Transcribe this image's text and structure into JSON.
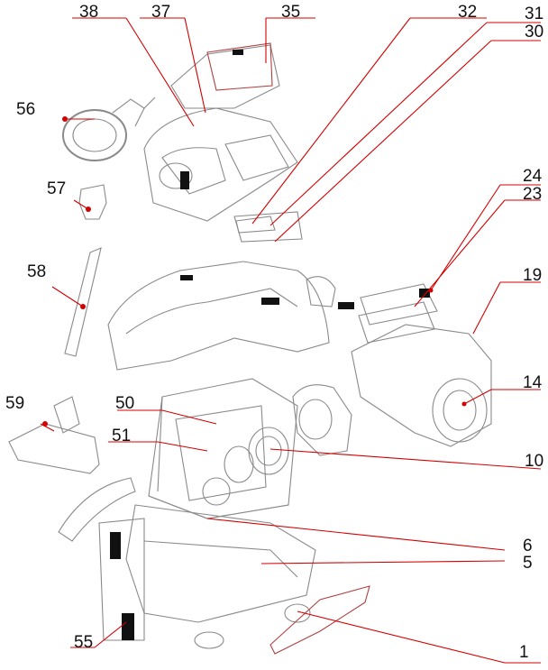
{
  "diagram": {
    "type": "exploded-parts-view",
    "part_numbers": [
      "38",
      "37",
      "35",
      "32",
      "31",
      "30",
      "56",
      "57",
      "58",
      "24",
      "23",
      "19",
      "14",
      "59",
      "50",
      "51",
      "10",
      "6",
      "5",
      "55",
      "1"
    ],
    "colors": {
      "line": "#d40000",
      "dot": "#d40000",
      "outline": "#7a7a7a",
      "dark": "#000000",
      "text": "#111111"
    }
  },
  "labels": {
    "p38": "38",
    "p37": "37",
    "p35": "35",
    "p32": "32",
    "p31": "31",
    "p30": "30",
    "p56": "56",
    "p57": "57",
    "p58": "58",
    "p24": "24",
    "p23": "23",
    "p19": "19",
    "p14": "14",
    "p59": "59",
    "p50": "50",
    "p51": "51",
    "p10": "10",
    "p6": "6",
    "p5": "5",
    "p55": "55",
    "p1": "1"
  }
}
